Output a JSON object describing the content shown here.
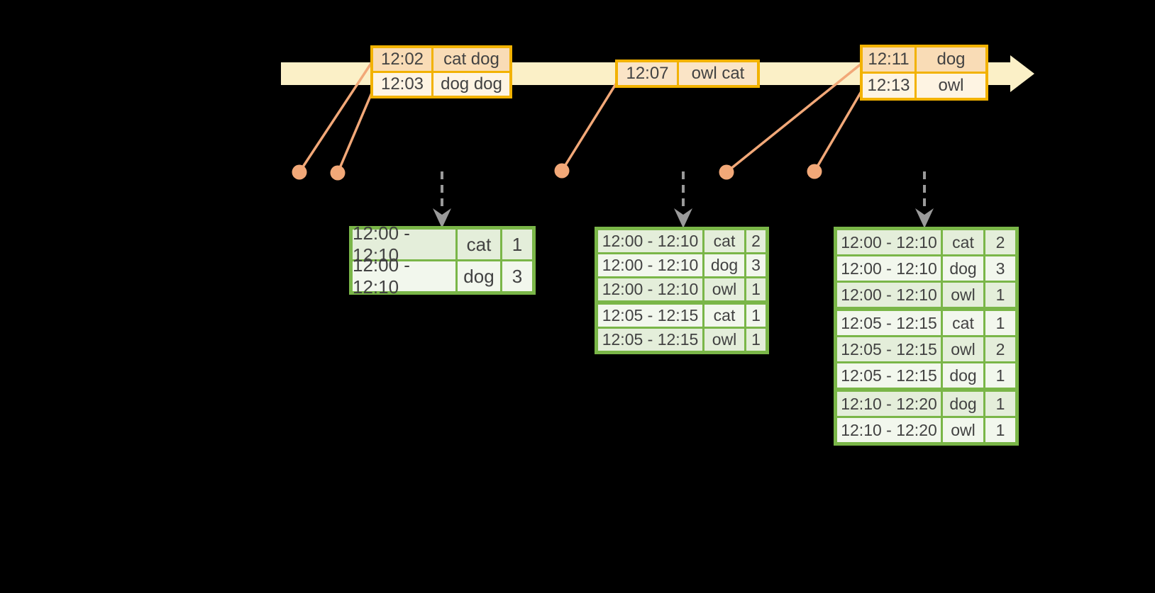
{
  "colors": {
    "background": "#000000",
    "timeline_fill": "#FBF0C7",
    "event_border": "#F2B200",
    "event_row_dark": "#F9DCB6",
    "event_row_mid": "#FAE4C6",
    "event_row_light": "#FEF4E3",
    "connector": "#F2A878",
    "dashed_arrow": "#9A9A9A",
    "table_border": "#7AB648",
    "table_row_dark": "#E4EEDA",
    "table_row_light": "#F2F7ED",
    "text_color": "#424242"
  },
  "timeline": {
    "events": [
      {
        "rows": [
          {
            "time": "12:02",
            "words": "cat dog"
          },
          {
            "time": "12:03",
            "words": "dog dog"
          }
        ]
      },
      {
        "rows": [
          {
            "time": "12:07",
            "words": "owl cat"
          }
        ]
      },
      {
        "rows": [
          {
            "time": "12:11",
            "words": "dog"
          },
          {
            "time": "12:13",
            "words": "owl"
          }
        ]
      }
    ]
  },
  "result_tables": [
    {
      "rows": [
        {
          "window": "12:00 - 12:10",
          "word": "cat",
          "count": "1"
        },
        {
          "window": "12:00 - 12:10",
          "word": "dog",
          "count": "3"
        }
      ]
    },
    {
      "rows": [
        {
          "window": "12:00 - 12:10",
          "word": "cat",
          "count": "2"
        },
        {
          "window": "12:00 - 12:10",
          "word": "dog",
          "count": "3"
        },
        {
          "window": "12:00 - 12:10",
          "word": "owl",
          "count": "1"
        },
        {
          "window": "12:05 - 12:15",
          "word": "cat",
          "count": "1"
        },
        {
          "window": "12:05 - 12:15",
          "word": "owl",
          "count": "1"
        }
      ]
    },
    {
      "rows": [
        {
          "window": "12:00 - 12:10",
          "word": "cat",
          "count": "2"
        },
        {
          "window": "12:00 - 12:10",
          "word": "dog",
          "count": "3"
        },
        {
          "window": "12:00 - 12:10",
          "word": "owl",
          "count": "1"
        },
        {
          "window": "12:05 - 12:15",
          "word": "cat",
          "count": "1"
        },
        {
          "window": "12:05 - 12:15",
          "word": "owl",
          "count": "2"
        },
        {
          "window": "12:05 - 12:15",
          "word": "dog",
          "count": "1"
        },
        {
          "window": "12:10 - 12:20",
          "word": "dog",
          "count": "1"
        },
        {
          "window": "12:10 - 12:20",
          "word": "owl",
          "count": "1"
        }
      ]
    }
  ]
}
